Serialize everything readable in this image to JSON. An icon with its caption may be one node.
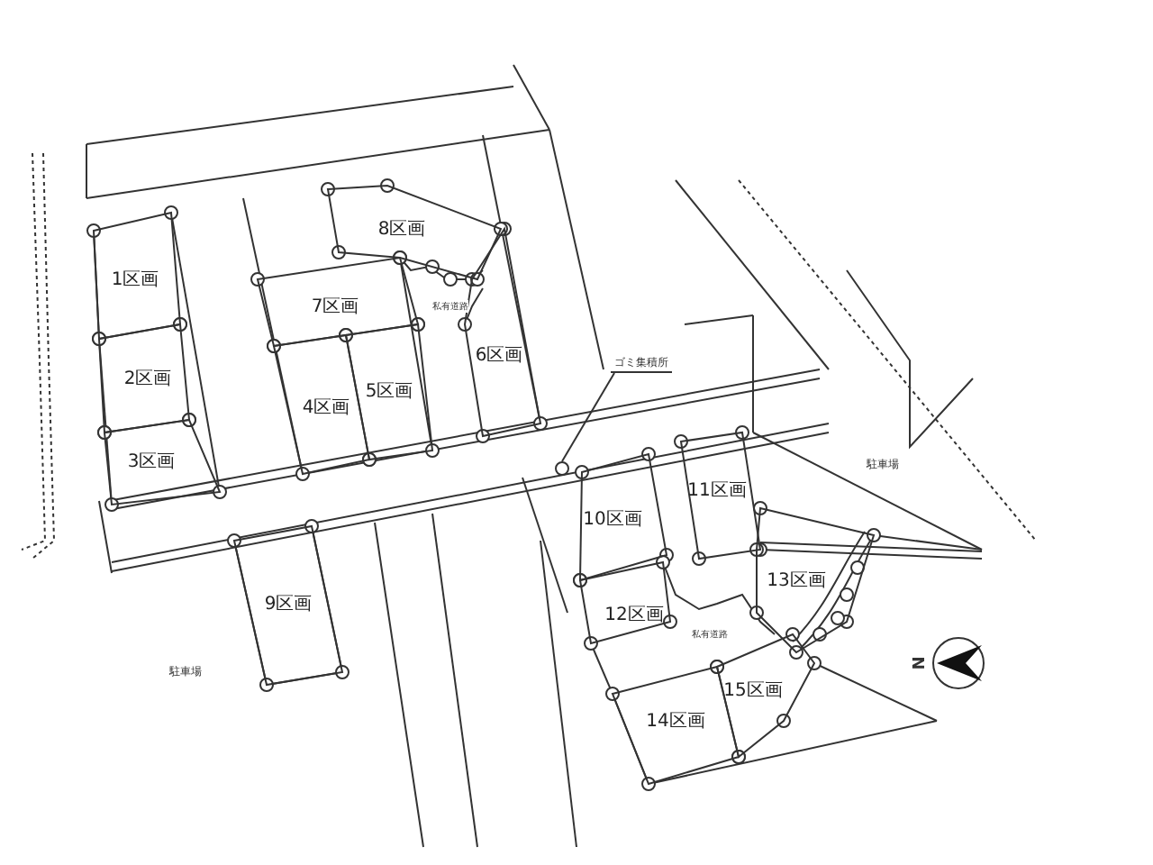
{
  "diagram": {
    "nodes": [
      {
        "text": [
          "1区画"
        ]
      },
      {
        "text": [
          "2区画"
        ]
      },
      {
        "text": [
          "3区画"
        ]
      },
      {
        "text": [
          "4区画"
        ]
      },
      {
        "text": [
          "5区画"
        ]
      },
      {
        "text": [
          "6区画"
        ]
      },
      {
        "text": [
          "7区画"
        ]
      },
      {
        "text": [
          "8区画"
        ]
      },
      {
        "text": [
          "9区画"
        ]
      },
      {
        "text": [
          "10区画"
        ]
      },
      {
        "text": [
          "11区画"
        ]
      },
      {
        "text": [
          "12区画"
        ]
      },
      {
        "text": [
          "13区画"
        ]
      },
      {
        "text": [
          "14区画"
        ]
      },
      {
        "text": [
          "15区画"
        ]
      },
      {
        "text": [
          "ゴミ集積所"
        ]
      },
      {
        "text": [],
        "shape": "circle"
      }
    ],
    "edges": [
      {
        "from": 15,
        "to": 16,
        "arrow": "none"
      }
    ],
    "labels": [
      "私有道路",
      "駐車場",
      "私有道路",
      "駐車場",
      "N"
    ]
  }
}
